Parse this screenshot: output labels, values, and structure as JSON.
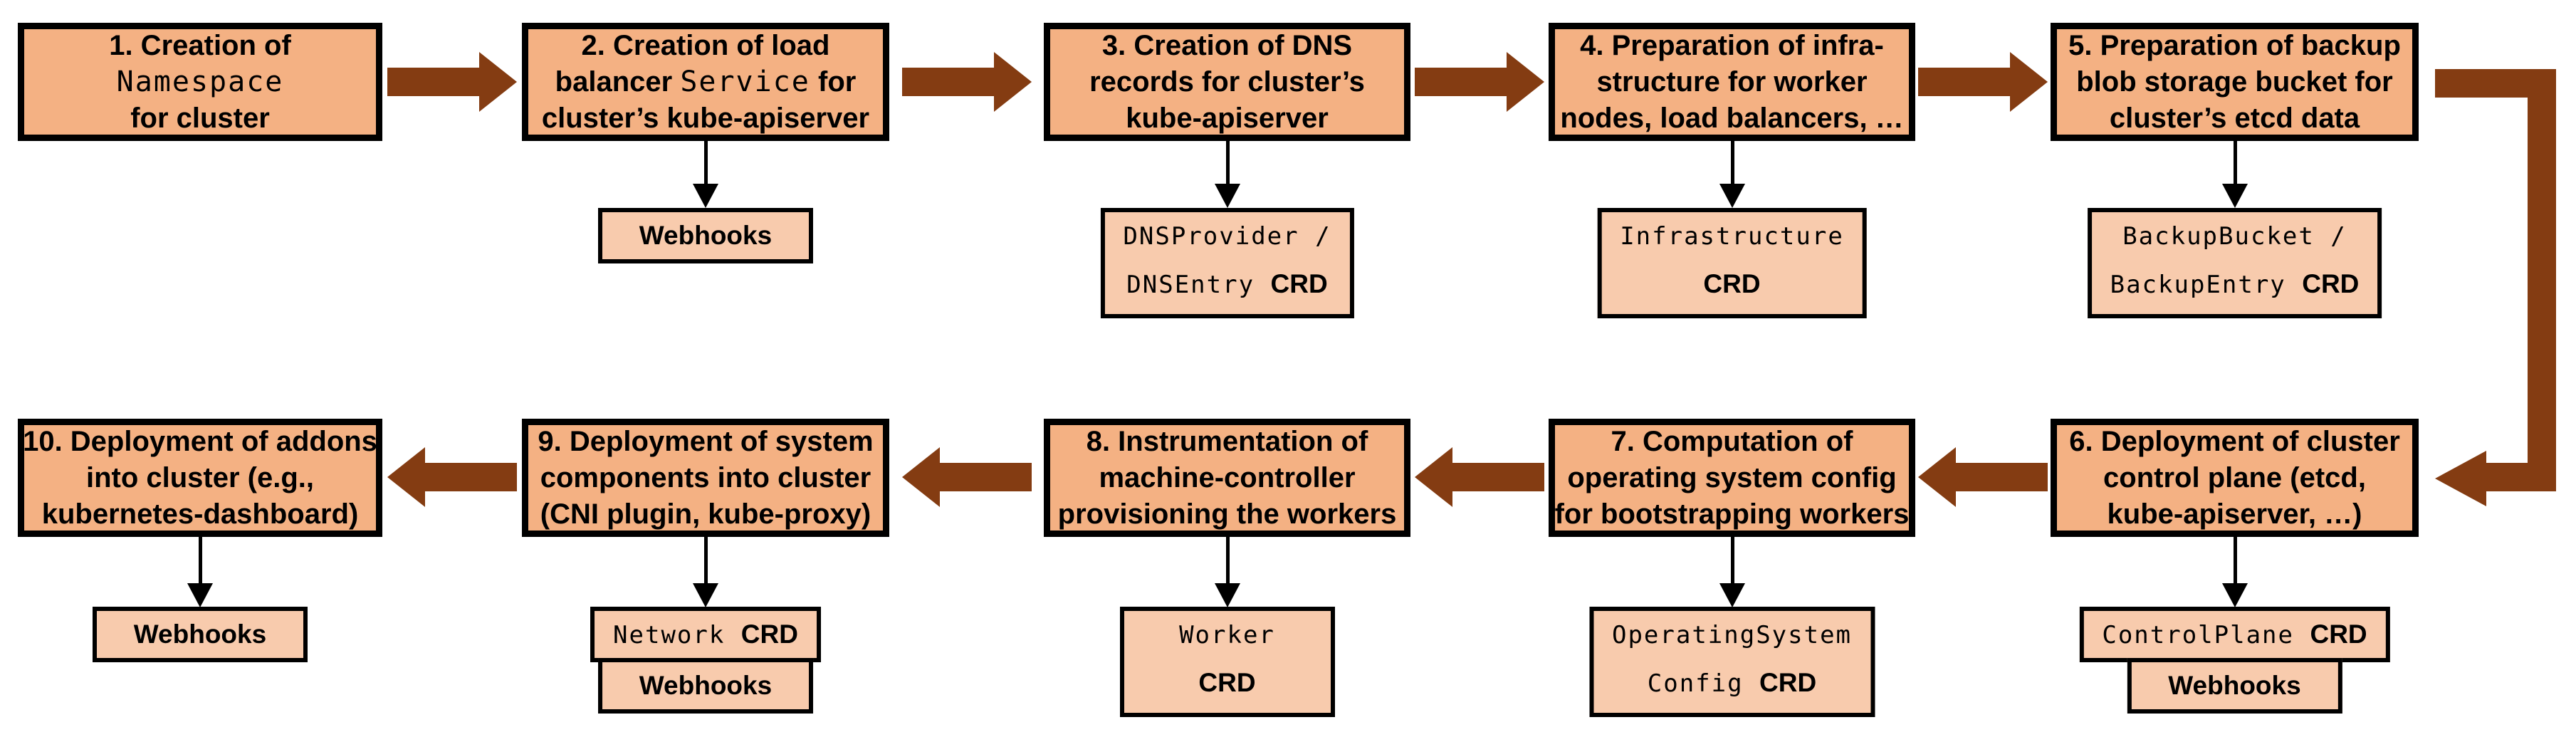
{
  "colors": {
    "step_fill": "#F4B183",
    "sub_fill": "#F8CBAD",
    "arrow_brown": "#843C12",
    "border": "#000000",
    "background": "#FFFFFF"
  },
  "rows": [
    {
      "flow_direction": "right",
      "steps": [
        {
          "number": "1",
          "lines": [
            [
              {
                "t": "1. Creation of",
                "f": "s"
              }
            ],
            [
              {
                "t": "Namespace",
                "f": "m"
              }
            ],
            [
              {
                "t": "for cluster",
                "f": "s"
              }
            ]
          ],
          "subs": []
        },
        {
          "number": "2",
          "lines": [
            [
              {
                "t": "2. Creation of load",
                "f": "s"
              }
            ],
            [
              {
                "t": "balancer ",
                "f": "s"
              },
              {
                "t": "Service",
                "f": "m"
              },
              {
                "t": " for",
                "f": "s"
              }
            ],
            [
              {
                "t": "cluster’s kube-apiserver",
                "f": "s"
              }
            ]
          ],
          "subs": [
            {
              "lines": [
                [
                  {
                    "t": "Webhooks",
                    "f": "b"
                  }
                ]
              ]
            }
          ]
        },
        {
          "number": "3",
          "lines": [
            [
              {
                "t": "3. Creation of DNS",
                "f": "s"
              }
            ],
            [
              {
                "t": "records for cluster’s",
                "f": "s"
              }
            ],
            [
              {
                "t": "kube-apiserver",
                "f": "s"
              }
            ]
          ],
          "subs": [
            {
              "lines": [
                [
                  {
                    "t": "DNSProvider /",
                    "f": "m"
                  }
                ],
                [
                  {
                    "t": "DNSEntry ",
                    "f": "m"
                  },
                  {
                    "t": "CRD",
                    "f": "b"
                  }
                ]
              ]
            }
          ]
        },
        {
          "number": "4",
          "lines": [
            [
              {
                "t": "4. Preparation of infra-",
                "f": "s"
              }
            ],
            [
              {
                "t": "structure for worker",
                "f": "s"
              }
            ],
            [
              {
                "t": "nodes, load balancers, …",
                "f": "s"
              }
            ]
          ],
          "subs": [
            {
              "lines": [
                [
                  {
                    "t": "Infrastructure",
                    "f": "m"
                  }
                ],
                [
                  {
                    "t": "CRD",
                    "f": "b"
                  }
                ]
              ]
            }
          ]
        },
        {
          "number": "5",
          "lines": [
            [
              {
                "t": "5. Preparation of backup",
                "f": "s"
              }
            ],
            [
              {
                "t": "blob storage bucket for",
                "f": "s"
              }
            ],
            [
              {
                "t": "cluster’s etcd data",
                "f": "s"
              }
            ]
          ],
          "subs": [
            {
              "lines": [
                [
                  {
                    "t": "BackupBucket /",
                    "f": "m"
                  }
                ],
                [
                  {
                    "t": "BackupEntry ",
                    "f": "m"
                  },
                  {
                    "t": "CRD",
                    "f": "b"
                  }
                ]
              ]
            }
          ]
        }
      ]
    },
    {
      "flow_direction": "left",
      "steps": [
        {
          "number": "10",
          "lines": [
            [
              {
                "t": "10. Deployment of addons",
                "f": "s"
              }
            ],
            [
              {
                "t": "into cluster (e.g.,",
                "f": "s"
              }
            ],
            [
              {
                "t": "kubernetes-dashboard)",
                "f": "s"
              }
            ]
          ],
          "subs": [
            {
              "lines": [
                [
                  {
                    "t": "Webhooks",
                    "f": "b"
                  }
                ]
              ]
            }
          ]
        },
        {
          "number": "9",
          "lines": [
            [
              {
                "t": "9. Deployment of system",
                "f": "s"
              }
            ],
            [
              {
                "t": "components into cluster",
                "f": "s"
              }
            ],
            [
              {
                "t": "(CNI plugin, kube-proxy)",
                "f": "s"
              }
            ]
          ],
          "subs": [
            {
              "lines": [
                [
                  {
                    "t": "Network ",
                    "f": "m"
                  },
                  {
                    "t": "CRD",
                    "f": "b"
                  }
                ]
              ]
            },
            {
              "lines": [
                [
                  {
                    "t": "Webhooks",
                    "f": "b"
                  }
                ]
              ]
            }
          ]
        },
        {
          "number": "8",
          "lines": [
            [
              {
                "t": "8. Instrumentation of",
                "f": "s"
              }
            ],
            [
              {
                "t": "machine-controller",
                "f": "s"
              }
            ],
            [
              {
                "t": "provisioning the workers",
                "f": "s"
              }
            ]
          ],
          "subs": [
            {
              "lines": [
                [
                  {
                    "t": "Worker",
                    "f": "m"
                  }
                ],
                [
                  {
                    "t": "CRD",
                    "f": "b"
                  }
                ]
              ]
            }
          ]
        },
        {
          "number": "7",
          "lines": [
            [
              {
                "t": "7. Computation of",
                "f": "s"
              }
            ],
            [
              {
                "t": "operating system config",
                "f": "s"
              }
            ],
            [
              {
                "t": "for bootstrapping workers",
                "f": "s"
              }
            ]
          ],
          "subs": [
            {
              "lines": [
                [
                  {
                    "t": "OperatingSystem",
                    "f": "m"
                  }
                ],
                [
                  {
                    "t": "Config ",
                    "f": "m"
                  },
                  {
                    "t": "CRD",
                    "f": "b"
                  }
                ]
              ]
            }
          ]
        },
        {
          "number": "6",
          "lines": [
            [
              {
                "t": "6. Deployment of cluster",
                "f": "s"
              }
            ],
            [
              {
                "t": "control plane (etcd,",
                "f": "s"
              }
            ],
            [
              {
                "t": "kube-apiserver, …)",
                "f": "s"
              }
            ]
          ],
          "subs": [
            {
              "lines": [
                [
                  {
                    "t": "ControlPlane ",
                    "f": "m"
                  },
                  {
                    "t": "CRD",
                    "f": "b"
                  }
                ]
              ]
            },
            {
              "lines": [
                [
                  {
                    "t": "Webhooks",
                    "f": "b"
                  }
                ]
              ]
            }
          ]
        }
      ]
    }
  ],
  "elbow_connector": {
    "from_step": "5",
    "to_step": "6"
  }
}
